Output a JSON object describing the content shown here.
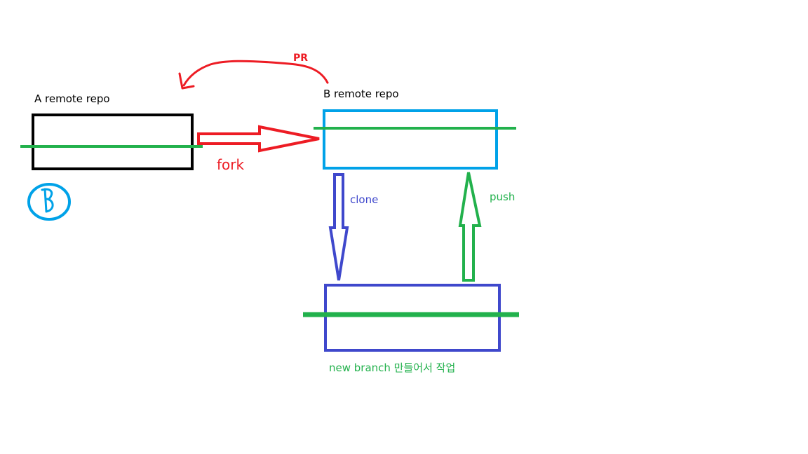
{
  "colors": {
    "black": "#000000",
    "red": "#ed1c24",
    "blue": "#3f48cc",
    "cyan": "#00a2e8",
    "green": "#22b14c"
  },
  "labels": {
    "a_repo": "A remote repo",
    "b_repo": "B remote repo",
    "fork": "fork",
    "pr": "PR",
    "clone": "clone",
    "push": "push",
    "new_branch": "new branch 만들어서 작업"
  },
  "icons": {
    "badge": "handwritten-b-circle-icon"
  }
}
